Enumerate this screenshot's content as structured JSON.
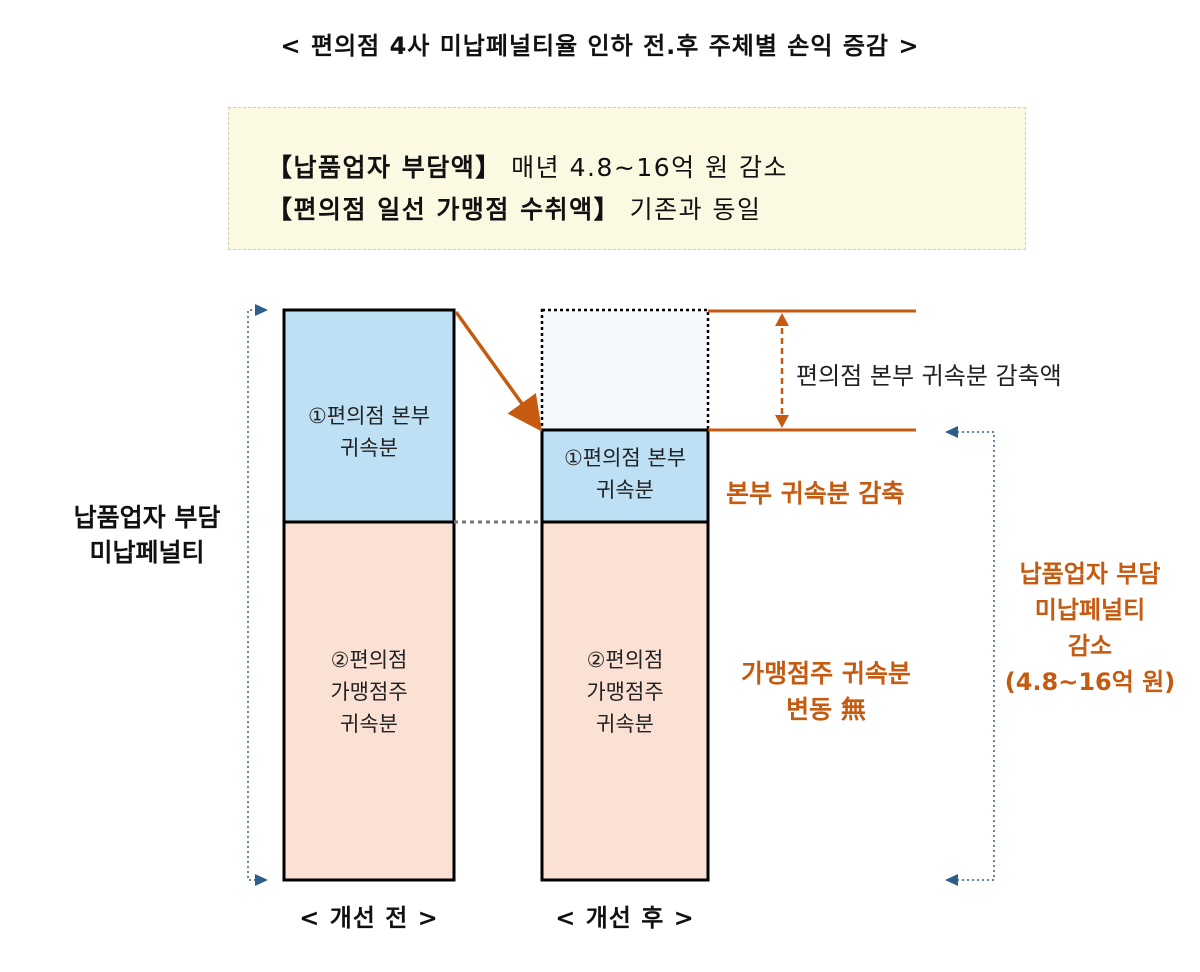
{
  "title": "< 편의점 4사 미납페널티율 인하 전.후 주체별 손익 증감 >",
  "summary": {
    "line1_bracket": "【납품업자 부담액】",
    "line1_text": "매년 4.8~16억 원 감소",
    "line2_bracket": "【편의점 일선 가맹점 수취액】",
    "line2_text": "기존과 동일"
  },
  "diagram": {
    "left_side_label_1": "납품업자 부담",
    "left_side_label_2": "미납페널티",
    "before": {
      "hq_line1": "①편의점 본부",
      "hq_line2": "귀속분",
      "franchisee_line1": "②편의점",
      "franchisee_line2": "가맹점주",
      "franchisee_line3": "귀속분",
      "caption": "< 개선 전 >"
    },
    "after": {
      "hq_line1": "①편의점 본부",
      "hq_line2": "귀속분",
      "franchisee_line1": "②편의점",
      "franchisee_line2": "가맹점주",
      "franchisee_line3": "귀속분",
      "caption": "< 개선 후 >"
    },
    "reduction_label": "편의점 본부 귀속분 감축액",
    "hq_reduced_label": "본부 귀속분 감축",
    "franchisee_label_1": "가맹점주 귀속분",
    "franchisee_label_2": "변동 無",
    "right_label_1": "납품업자 부담",
    "right_label_2": "미납페널티",
    "right_label_3": "감소",
    "right_label_4": "(4.8~16억 원)"
  },
  "colors": {
    "hq_fill": "#bee0f4",
    "franchisee_fill": "#fbe1d4",
    "accent": "#c55a11",
    "dotted_blue": "#2e5f8a"
  }
}
